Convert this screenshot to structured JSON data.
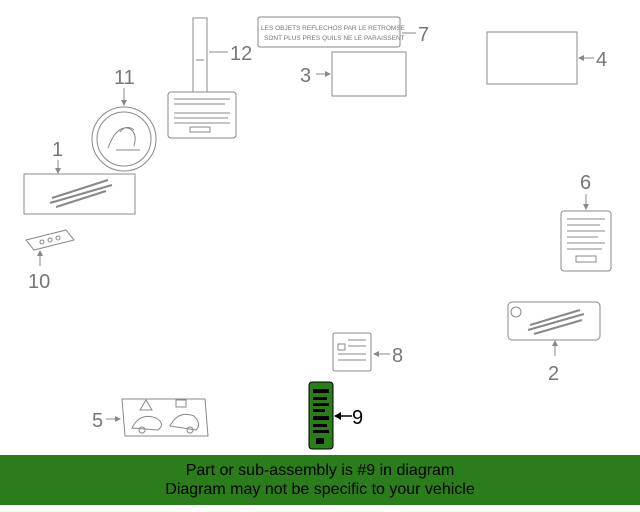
{
  "diagram": {
    "callouts": [
      "1",
      "2",
      "3",
      "4",
      "5",
      "6",
      "7",
      "8",
      "9",
      "10",
      "11",
      "12"
    ],
    "highlighted": "9",
    "label7_line1": "LES OBJETS REFLECHOS PAR LE RETROMSE",
    "label7_line2": "SONT PLUS PRES QUILS NE LE PARAISSENT"
  },
  "banner": {
    "line1": "Part or sub-assembly is #9 in diagram",
    "line2": "Diagram may not be specific to your vehicle"
  },
  "colors": {
    "highlight": "#2a7d1a",
    "line": "#888888",
    "text": "#777777"
  }
}
